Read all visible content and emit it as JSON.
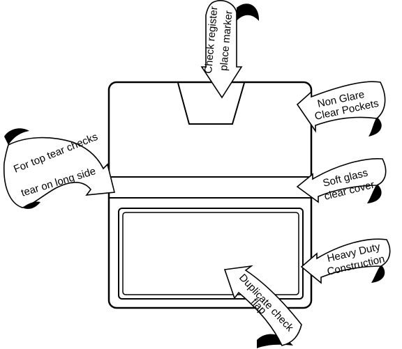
{
  "callouts": {
    "register_marker": {
      "line1": "Check register",
      "line2": "place marker"
    },
    "non_glare": {
      "line1": "Non Glare",
      "line2": "Clear Pockets"
    },
    "top_tear": {
      "line1": "For top tear checks",
      "line2": "tear on long side"
    },
    "soft_glass": {
      "line1": "Soft glass",
      "line2": "clear cover"
    },
    "heavy_duty": {
      "line1": "Heavy Duty",
      "line2": "Construction"
    },
    "duplicate": {
      "line1": "Duplicate check",
      "line2": "flap"
    }
  }
}
